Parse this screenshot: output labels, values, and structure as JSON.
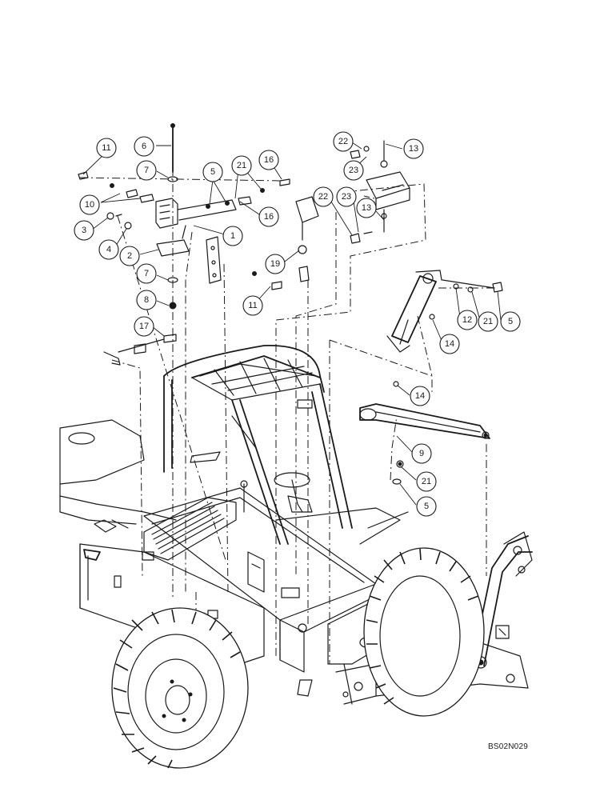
{
  "drawing": {
    "reference_code": "BS02N029"
  },
  "callouts": [
    {
      "id": "c-11a",
      "label": "11"
    },
    {
      "id": "c-6",
      "label": "6"
    },
    {
      "id": "c-7a",
      "label": "7"
    },
    {
      "id": "c-5a",
      "label": "5"
    },
    {
      "id": "c-21a",
      "label": "21"
    },
    {
      "id": "c-16a",
      "label": "16"
    },
    {
      "id": "c-10",
      "label": "10"
    },
    {
      "id": "c-16b",
      "label": "16"
    },
    {
      "id": "c-3",
      "label": "3"
    },
    {
      "id": "c-4",
      "label": "4"
    },
    {
      "id": "c-1",
      "label": "1"
    },
    {
      "id": "c-2",
      "label": "2"
    },
    {
      "id": "c-7b",
      "label": "7"
    },
    {
      "id": "c-8",
      "label": "8"
    },
    {
      "id": "c-11b",
      "label": "11"
    },
    {
      "id": "c-19",
      "label": "19"
    },
    {
      "id": "c-17",
      "label": "17"
    },
    {
      "id": "c-22a",
      "label": "22"
    },
    {
      "id": "c-13a",
      "label": "13"
    },
    {
      "id": "c-23a",
      "label": "23"
    },
    {
      "id": "c-22b",
      "label": "22"
    },
    {
      "id": "c-23b",
      "label": "23"
    },
    {
      "id": "c-13b",
      "label": "13"
    },
    {
      "id": "c-12",
      "label": "12"
    },
    {
      "id": "c-21b",
      "label": "21"
    },
    {
      "id": "c-5b",
      "label": "5"
    },
    {
      "id": "c-14a",
      "label": "14"
    },
    {
      "id": "c-14b",
      "label": "14"
    },
    {
      "id": "c-9",
      "label": "9"
    },
    {
      "id": "c-21c",
      "label": "21"
    },
    {
      "id": "c-5c",
      "label": "5"
    }
  ]
}
